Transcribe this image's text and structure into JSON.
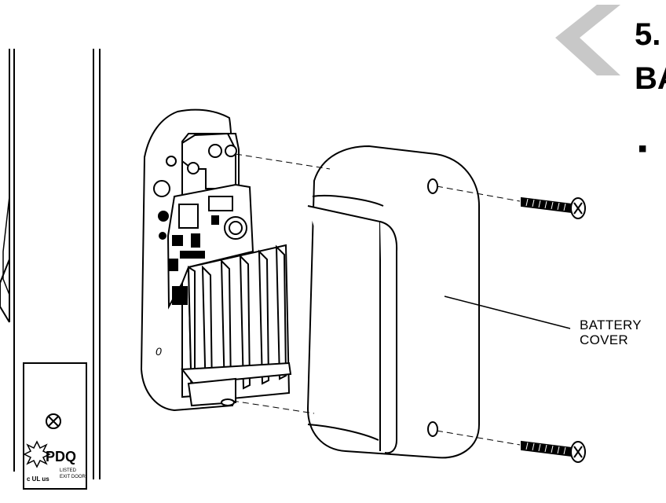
{
  "header": {
    "step_number": "5.",
    "step_title_partial": "BA",
    "bullet_glyph": "▪",
    "accent_color": "#c8c8c8"
  },
  "callout": {
    "line1": "BATTERY",
    "line2": "COVER"
  },
  "plate": {
    "brand_text": "PDQ",
    "cert_text": "c UL us",
    "small_text_1": "LISTED",
    "small_text_2": "EXIT DOOR"
  },
  "icons": {
    "chevron": "chevron-left-icon",
    "screw": "screw-icon",
    "logo": "pdq-starburst-logo-icon"
  }
}
